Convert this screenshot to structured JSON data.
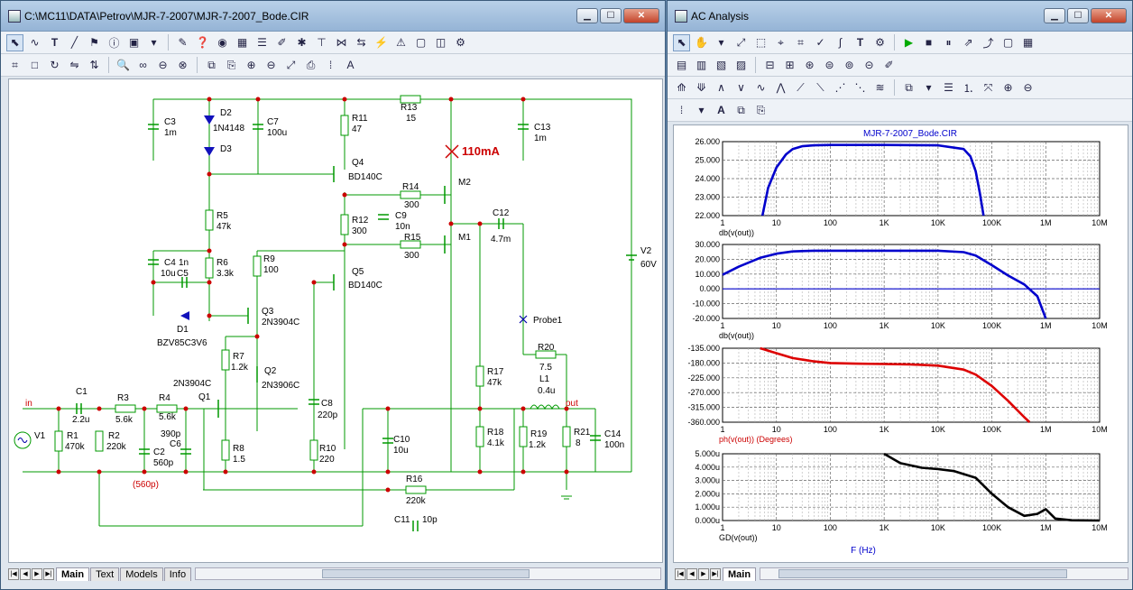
{
  "schematic": {
    "title": "C:\\MC11\\DATA\\Petrov\\MJR-7-2007\\MJR-7-2007_Bode.CIR",
    "tabs": [
      {
        "label": "Main",
        "active": true
      },
      {
        "label": "Text"
      },
      {
        "label": "Models"
      },
      {
        "label": "Info"
      }
    ],
    "components": [
      {
        "name": "D2",
        "value": "1N4148"
      },
      {
        "name": "D3",
        "value": ""
      },
      {
        "name": "C3",
        "value": "1m"
      },
      {
        "name": "C7",
        "value": "100u"
      },
      {
        "name": "R11",
        "value": "47"
      },
      {
        "name": "R13",
        "value": "15"
      },
      {
        "name": "C13",
        "value": "1m"
      },
      {
        "name": "Q4",
        "value": "BD140C"
      },
      {
        "name": "R14",
        "value": "300"
      },
      {
        "name": "M2",
        "value": ""
      },
      {
        "name": "R5",
        "value": "47k"
      },
      {
        "name": "R12",
        "value": "300"
      },
      {
        "name": "C9",
        "value": "10n"
      },
      {
        "name": "C12",
        "value": "4.7m"
      },
      {
        "name": "R15",
        "value": "300"
      },
      {
        "name": "M1",
        "value": ""
      },
      {
        "name": "C4",
        "value": "1n"
      },
      {
        "name": "C5",
        "value": "10u"
      },
      {
        "name": "R6",
        "value": "3.3k"
      },
      {
        "name": "R9",
        "value": "100"
      },
      {
        "name": "Q5",
        "value": "BD140C"
      },
      {
        "name": "V2",
        "value": "60V"
      },
      {
        "name": "D1",
        "value": "BZV85C3V6"
      },
      {
        "name": "Q3",
        "value": "2N3904C"
      },
      {
        "name": "Probe1",
        "value": ""
      },
      {
        "name": "R7",
        "value": "1.2k"
      },
      {
        "name": "Q2",
        "value": "2N3906C"
      },
      {
        "name": "R20",
        "value": "7.5"
      },
      {
        "name": "R17",
        "value": "47k"
      },
      {
        "name": "L1",
        "value": "0.4u"
      },
      {
        "name": "C1",
        "value": "2.2u"
      },
      {
        "name": "R3",
        "value": "5.6k"
      },
      {
        "name": "R4",
        "value": "5.6k"
      },
      {
        "name": "Q1",
        "value": "2N3904C"
      },
      {
        "name": "C8",
        "value": "220p"
      },
      {
        "name": "C6",
        "value": "390p"
      },
      {
        "name": "V1",
        "value": ""
      },
      {
        "name": "R1",
        "value": "470k"
      },
      {
        "name": "R2",
        "value": "220k"
      },
      {
        "name": "C2",
        "value": "560p"
      },
      {
        "name": "R8",
        "value": "1.5"
      },
      {
        "name": "R10",
        "value": "220"
      },
      {
        "name": "C10",
        "value": "10u"
      },
      {
        "name": "R18",
        "value": "4.1k"
      },
      {
        "name": "R19",
        "value": "1.2k"
      },
      {
        "name": "R21",
        "value": "8"
      },
      {
        "name": "C14",
        "value": "100n"
      },
      {
        "name": "R16",
        "value": "220k"
      },
      {
        "name": "C11",
        "value": "10p"
      }
    ],
    "labels": {
      "current": "110mA",
      "c2_alt": "(560p)",
      "node_in": "in",
      "node_out": "out",
      "q3_alt": "2N3904C"
    }
  },
  "ac": {
    "title": "AC Analysis",
    "tabs": [
      {
        "label": "Main",
        "active": true
      }
    ],
    "plot_title": "MJR-7-2007_Bode.CIR",
    "xlabel": "F (Hz)",
    "colors": {
      "trace1": "#0000cc",
      "trace2": "#0000cc",
      "trace3": "#dd0000",
      "trace4": "#000000",
      "grid": "#999999"
    }
  },
  "chart_data": [
    {
      "type": "line",
      "title": "MJR-7-2007_Bode.CIR",
      "xscale": "log",
      "xlim": [
        1,
        10000000
      ],
      "xticks": [
        "1",
        "10",
        "100",
        "1K",
        "10K",
        "100K",
        "1M",
        "10M"
      ],
      "ylabel": "db(v(out))",
      "ylim": [
        22.0,
        26.0
      ],
      "yticks": [
        "26.000",
        "25.000",
        "24.000",
        "23.000",
        "22.000"
      ],
      "series": [
        {
          "name": "db(v(out))",
          "x": [
            5.5,
            7,
            10,
            15,
            20,
            30,
            50,
            100,
            1000,
            10000,
            30000,
            40000,
            50000,
            60000,
            70000
          ],
          "y": [
            22.0,
            23.5,
            24.6,
            25.3,
            25.6,
            25.75,
            25.8,
            25.82,
            25.82,
            25.8,
            25.6,
            25.2,
            24.4,
            23.2,
            22.0
          ]
        }
      ]
    },
    {
      "type": "line",
      "xscale": "log",
      "xlim": [
        1,
        10000000
      ],
      "xticks": [
        "1",
        "10",
        "100",
        "1K",
        "10K",
        "100K",
        "1M",
        "10M"
      ],
      "ylabel": "db(v(out))",
      "ylim": [
        -20.0,
        30.0
      ],
      "yticks": [
        "30.000",
        "20.000",
        "10.000",
        "0.000",
        "-10.000",
        "-20.000"
      ],
      "series": [
        {
          "name": "db(v(out))",
          "x": [
            1,
            2,
            5,
            10,
            20,
            50,
            100,
            1000,
            10000,
            30000,
            50000,
            100000,
            200000,
            400000,
            700000,
            1000000
          ],
          "y": [
            9.5,
            15,
            21,
            23.8,
            25.3,
            25.8,
            25.8,
            25.8,
            25.8,
            24.8,
            22.5,
            16,
            9,
            3,
            -5,
            -20
          ]
        }
      ]
    },
    {
      "type": "line",
      "xscale": "log",
      "xlim": [
        1,
        10000000
      ],
      "xticks": [
        "1",
        "10",
        "100",
        "1K",
        "10K",
        "100K",
        "1M",
        "10M"
      ],
      "ylabel": "ph(v(out)) (Degrees)",
      "ylim": [
        -360.0,
        -135.0
      ],
      "yticks": [
        "-135.000",
        "-180.000",
        "-225.000",
        "-270.000",
        "-315.000",
        "-360.000"
      ],
      "series": [
        {
          "name": "ph(v(out))",
          "x": [
            5,
            10,
            20,
            50,
            100,
            300,
            1000,
            3000,
            10000,
            30000,
            50000,
            100000,
            200000,
            400000,
            500000
          ],
          "y": [
            -135,
            -150,
            -165,
            -175,
            -180,
            -182,
            -183,
            -184,
            -188,
            -200,
            -215,
            -250,
            -295,
            -345,
            -360
          ]
        }
      ]
    },
    {
      "type": "line",
      "xscale": "log",
      "xlim": [
        1,
        10000000
      ],
      "xticks": [
        "1",
        "10",
        "100",
        "1K",
        "10K",
        "100K",
        "1M",
        "10M"
      ],
      "xlabel": "F (Hz)",
      "ylabel": "GD(v(out))",
      "ylim": [
        0,
        5.0
      ],
      "yticks": [
        "5.000u",
        "4.000u",
        "3.000u",
        "2.000u",
        "1.000u",
        "0.000u"
      ],
      "series": [
        {
          "name": "GD(v(out))",
          "x": [
            1000,
            2000,
            5000,
            10000,
            20000,
            50000,
            100000,
            200000,
            400000,
            700000,
            1000000,
            1500000,
            3000000,
            10000000
          ],
          "y": [
            5.0,
            4.3,
            3.95,
            3.85,
            3.7,
            3.2,
            2.0,
            1.0,
            0.35,
            0.5,
            0.85,
            0.15,
            0.02,
            0.0
          ]
        }
      ]
    }
  ]
}
